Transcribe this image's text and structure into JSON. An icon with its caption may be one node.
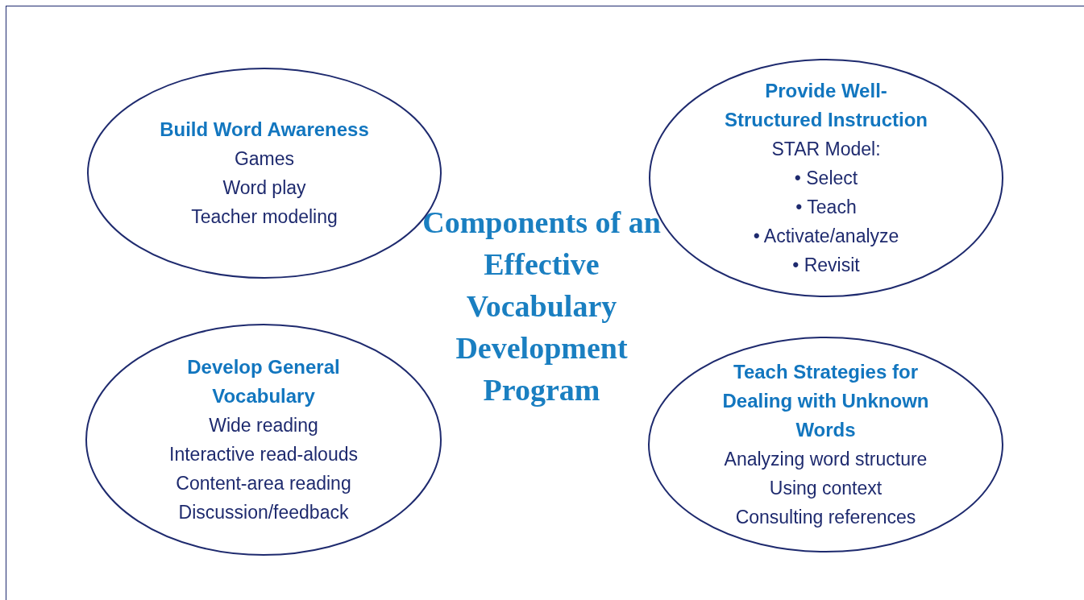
{
  "diagram": {
    "title": "Components of an Effective Vocabulary Development Program",
    "nodes": [
      {
        "text": [
          "Build Word Awareness",
          "Games",
          "Word play",
          "Teacher modeling"
        ]
      },
      {
        "text": [
          "Provide Well-Structured Instruction",
          "STAR Model:",
          "• Select",
          "• Teach",
          "• Activate/analyze",
          "• Revisit"
        ]
      },
      {
        "text": [
          "Develop General Vocabulary",
          "Wide reading",
          "Interactive read-alouds",
          "Content-area reading",
          "Discussion/feedback"
        ]
      },
      {
        "text": [
          "Teach Strategies for Dealing with Unknown Words",
          "Analyzing word structure",
          "Using context",
          "Consulting references"
        ]
      }
    ],
    "edges": []
  }
}
